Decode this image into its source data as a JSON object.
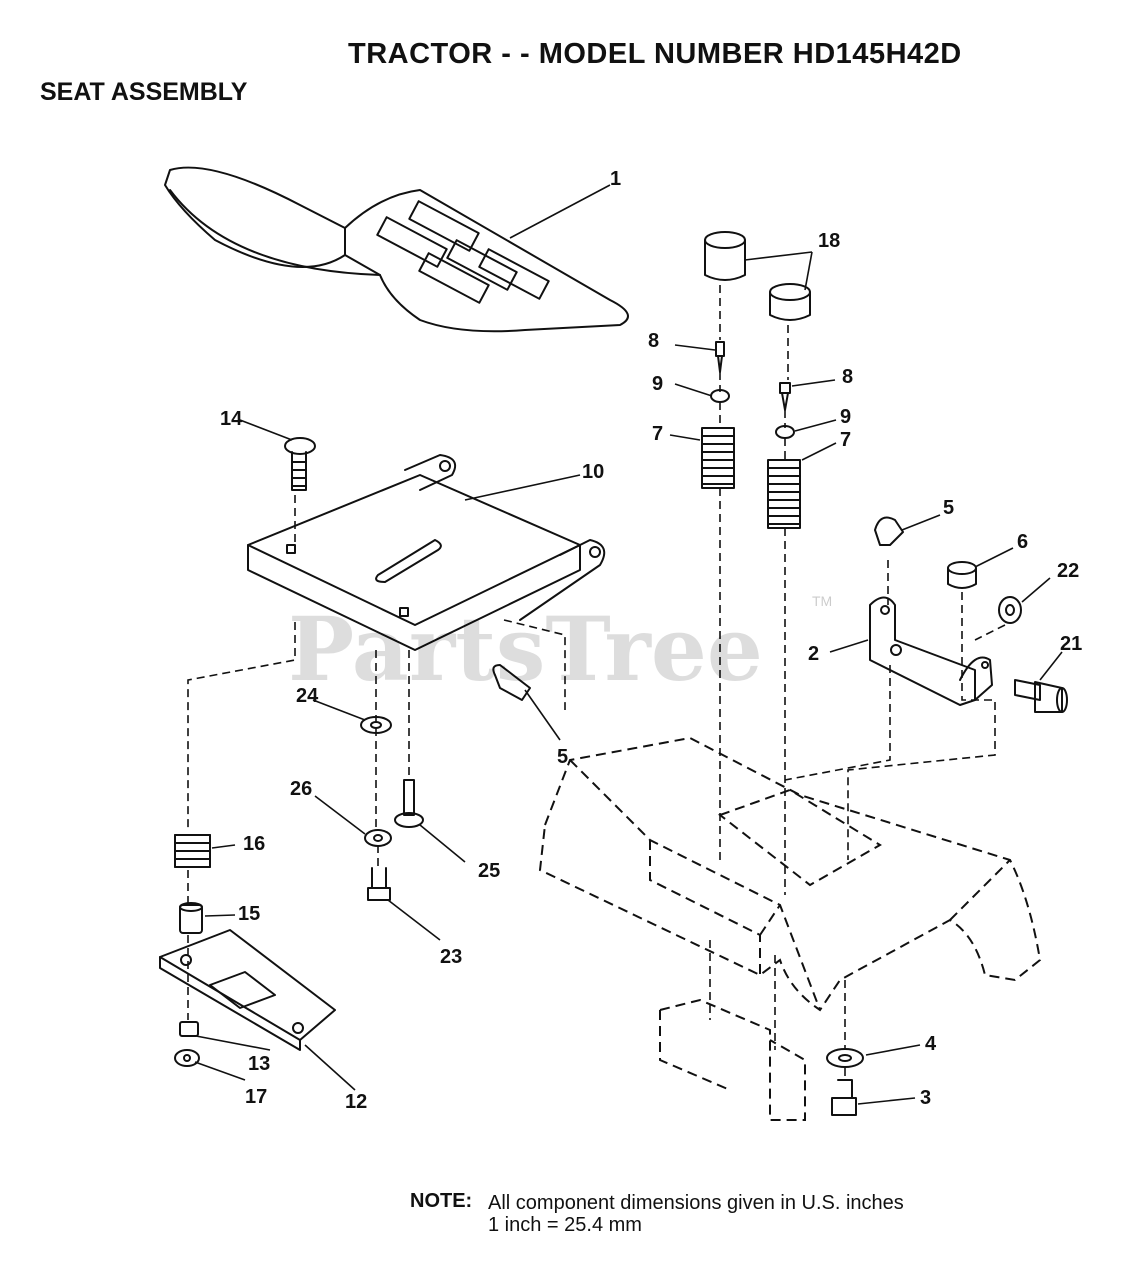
{
  "header": {
    "title": "TRACTOR - - MODEL NUMBER HD145H42D",
    "subtitle": "SEAT ASSEMBLY"
  },
  "watermark": {
    "text": "PartsTree",
    "trademark": "TM"
  },
  "callouts": {
    "c1": "1",
    "c2": "2",
    "c3": "3",
    "c4": "4",
    "c5a": "5",
    "c5b": "5",
    "c6": "6",
    "c7a": "7",
    "c7b": "7",
    "c8a": "8",
    "c8b": "8",
    "c9a": "9",
    "c9b": "9",
    "c10": "10",
    "c12": "12",
    "c13": "13",
    "c14": "14",
    "c15": "15",
    "c16": "16",
    "c17": "17",
    "c18": "18",
    "c21": "21",
    "c22": "22",
    "c23": "23",
    "c24": "24",
    "c25": "25",
    "c26": "26"
  },
  "note": {
    "label": "NOTE:",
    "line1": "All component dimensions given in U.S. inches",
    "line2": "1 inch = 25.4 mm"
  }
}
